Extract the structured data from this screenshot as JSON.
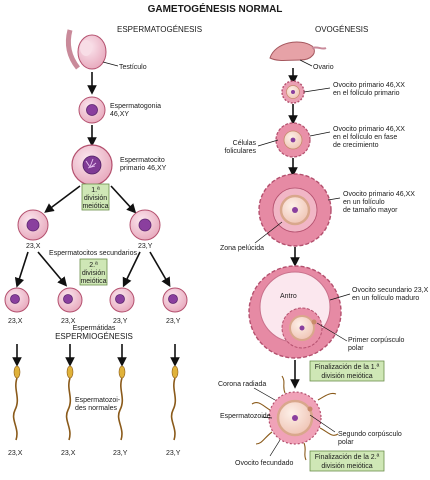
{
  "title": "GAMETOGÉNESIS NORMAL",
  "colors": {
    "cell_fill": "#f2c9d6",
    "cell_stroke": "#b4506e",
    "nucleus": "#8a3f9e",
    "box_fill": "#cfe7b6",
    "sperm_head": "#e0b23a",
    "sperm_tail": "#8a5a1a"
  },
  "icons": [
    "testis-icon",
    "ovary-icon"
  ],
  "spermatogenesis": {
    "heading": "ESPERMATOGÉNESIS",
    "testis_label": "Testículo",
    "spermatogonia": [
      "Espermatogonia",
      "46,XY"
    ],
    "primary": [
      "Espermatocito",
      "primario 46,XY"
    ],
    "meiosis1_box": [
      "1.ª",
      "división",
      "meiótica"
    ],
    "secondary_label": "Espermatocitos secundarios",
    "secondary_karyotypes": [
      "23,X",
      "23,Y"
    ],
    "meiosis2_box": [
      "2.ª",
      "división",
      "meiótica"
    ],
    "spermatid_karyotypes": [
      "23,X",
      "23,X",
      "23,Y",
      "23,Y"
    ],
    "spermatids_label": "Espermátidas",
    "spermiogenesis_label": "ESPERMIOGÉNESIS",
    "sperm_label": [
      "Espermatozoi-",
      "des normales"
    ],
    "sperm_karyotypes": [
      "23,X",
      "23,X",
      "23,Y",
      "23,Y"
    ]
  },
  "oogenesis": {
    "heading": "OVOGÉNESIS",
    "ovary_label": "Ovario",
    "primary_follicle": [
      "Ovocito primario 46,XX",
      "en el folículo primario"
    ],
    "follicular_cells": [
      "Células",
      "foliculares"
    ],
    "growing_follicle": [
      "Ovocito primario 46,XX",
      "en el folículo en fase",
      "de crecimiento"
    ],
    "larger_follicle": [
      "Ovocito primario 46,XX",
      "en un folículo",
      "de tamaño mayor"
    ],
    "zona_label": "Zona pelúcida",
    "antrum_label": "Antro",
    "mature_follicle": [
      "Ovocito secundario 23,X",
      "en un folículo maduro"
    ],
    "first_polar": [
      "Primer corpúsculo",
      "polar"
    ],
    "meiosis1_end_box": [
      "Finalización de la 1.ª",
      "división meiótica"
    ],
    "corona_label": "Corona radiada",
    "sperm_label": "Espermatozoide",
    "second_polar": [
      "Segundo corpúsculo",
      "polar"
    ],
    "fertilized_label": "Ovocito fecundado",
    "meiosis2_end_box": [
      "Finalización de la 2.ª",
      "división meiótica"
    ]
  }
}
